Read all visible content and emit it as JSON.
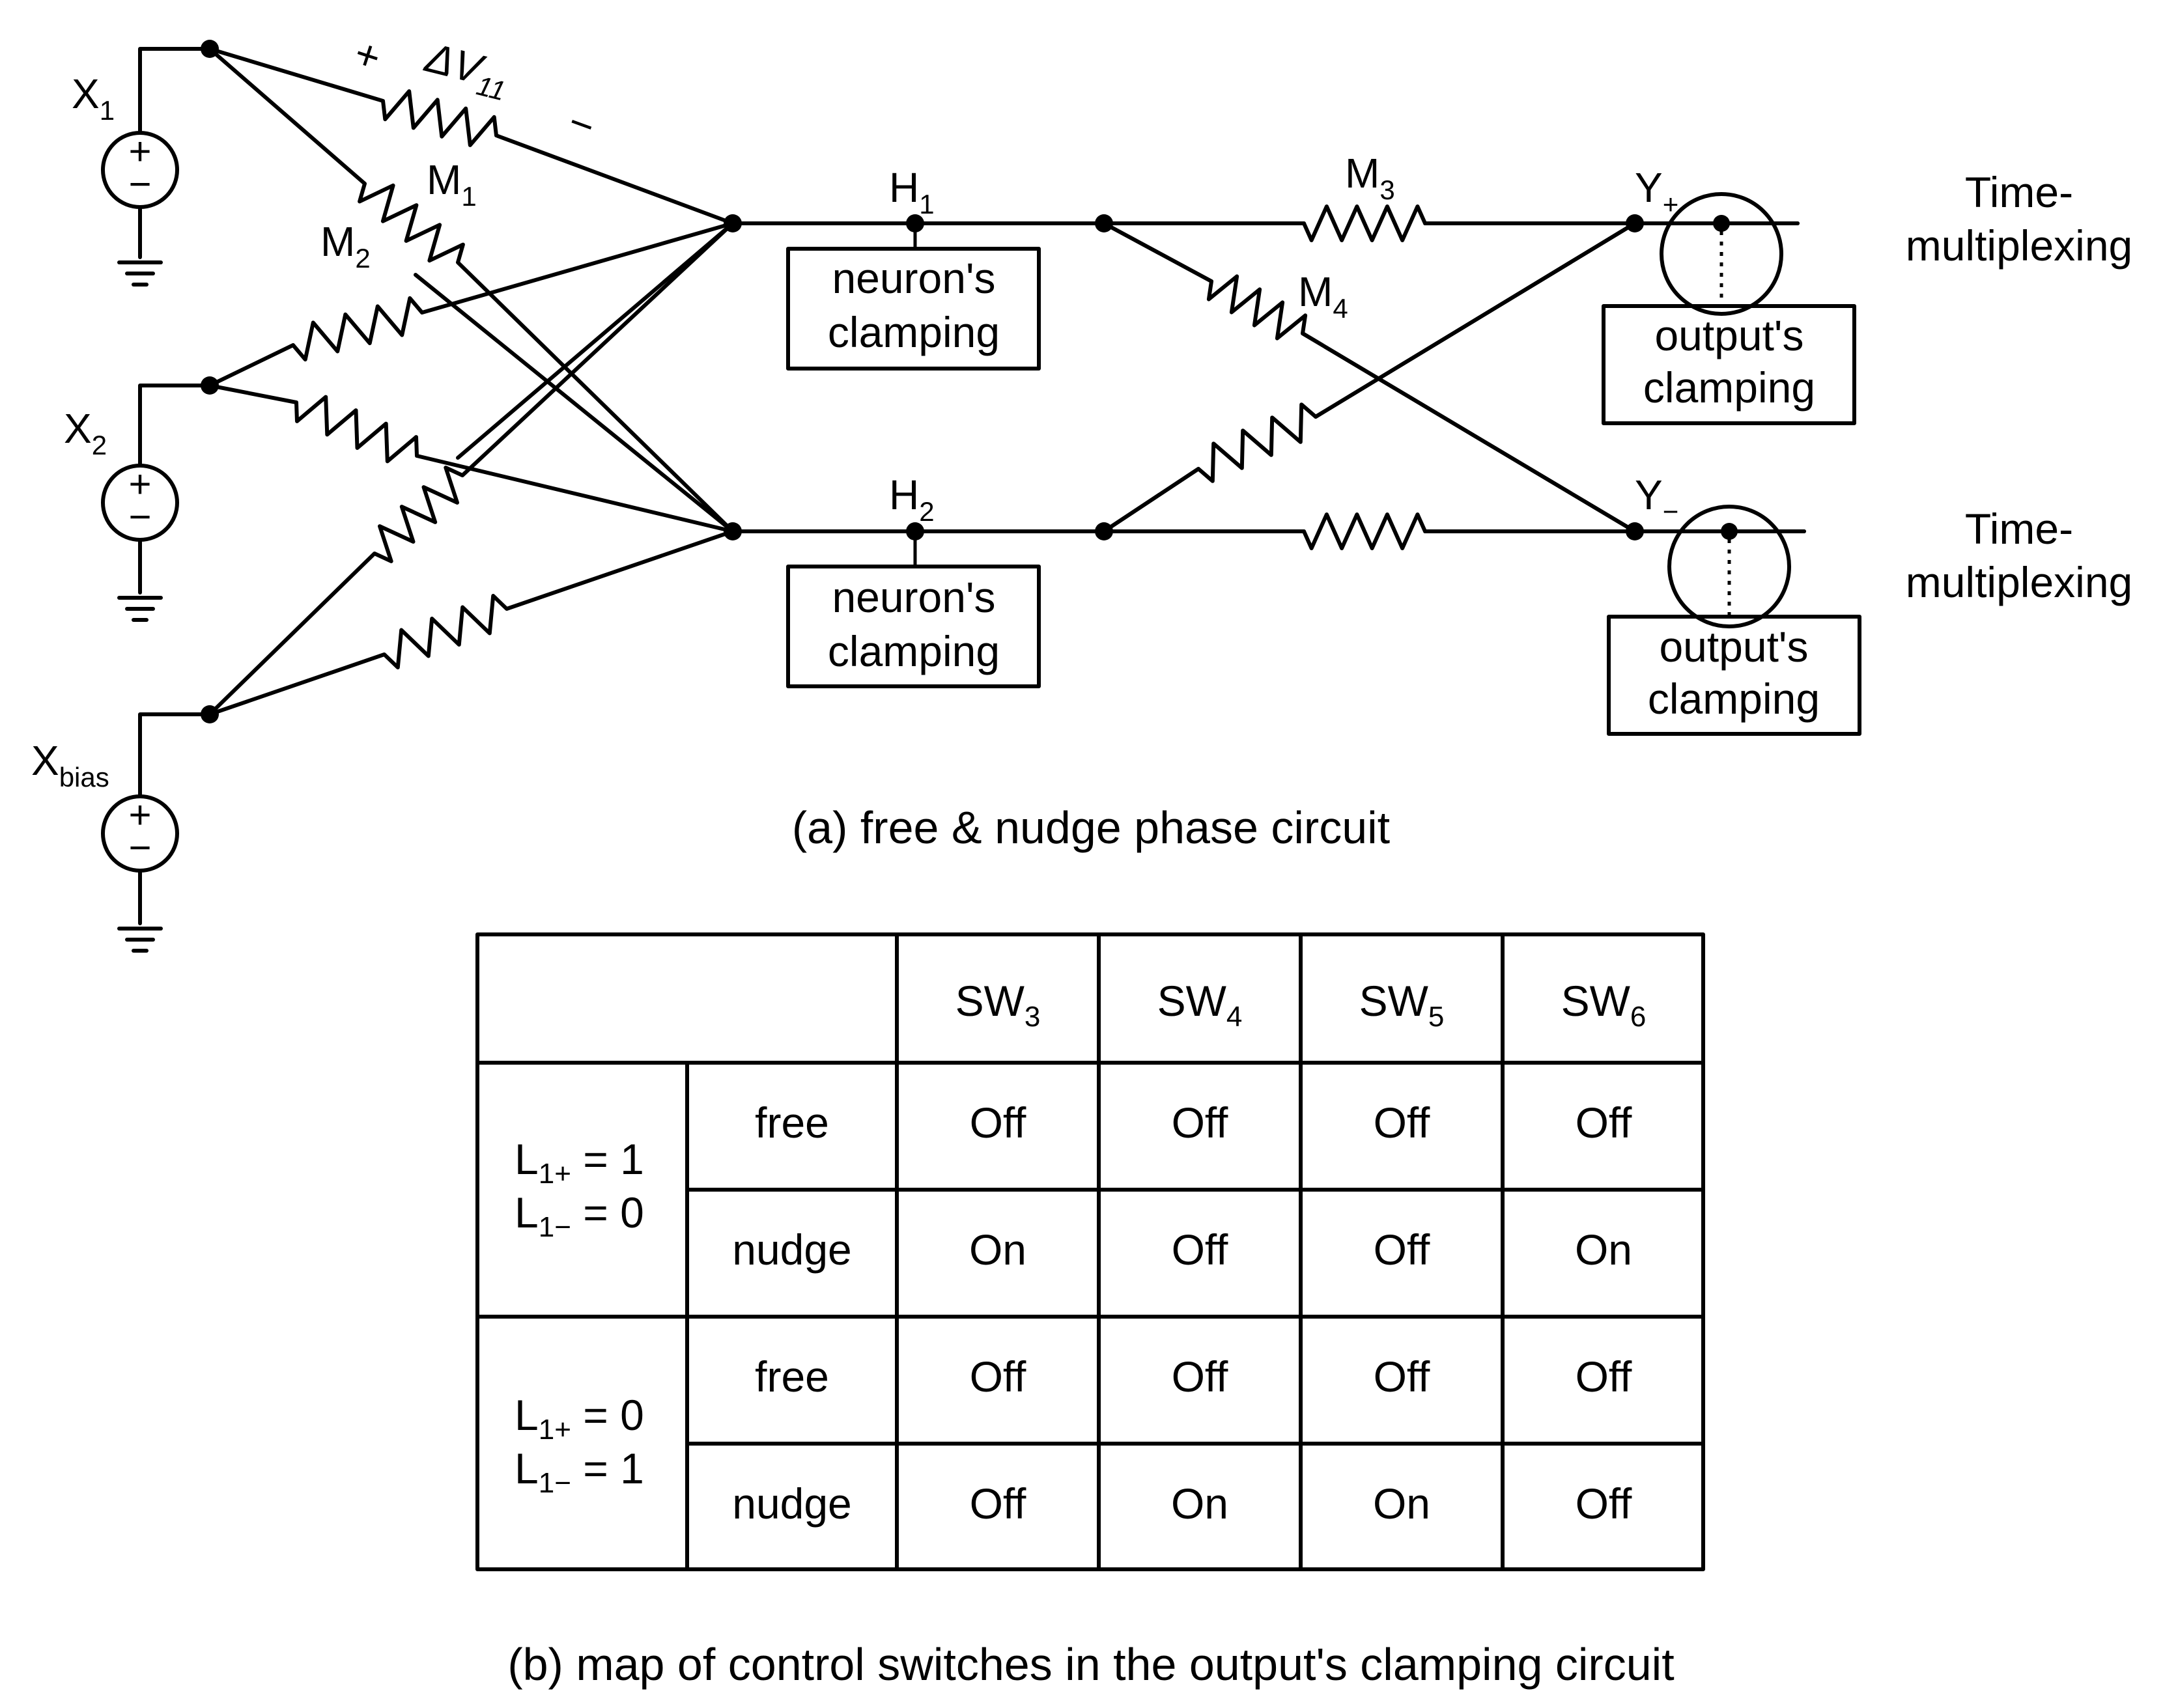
{
  "inputs": {
    "x1": {
      "base": "X",
      "sub": "1"
    },
    "x2": {
      "base": "X",
      "sub": "2"
    },
    "xbias": {
      "base": "X",
      "sub": "bias"
    }
  },
  "source_symbol": {
    "plus": "+",
    "minus": "−"
  },
  "voltage_drop": {
    "plus": "+",
    "delta": "ΔV",
    "sub": "11",
    "minus": "−"
  },
  "memristors": {
    "m1": {
      "base": "M",
      "sub": "1"
    },
    "m2": {
      "base": "M",
      "sub": "2"
    },
    "m3": {
      "base": "M",
      "sub": "3"
    },
    "m4": {
      "base": "M",
      "sub": "4"
    }
  },
  "hidden_nodes": {
    "h1": {
      "base": "H",
      "sub": "1"
    },
    "h2": {
      "base": "H",
      "sub": "2"
    }
  },
  "output_nodes": {
    "y_plus": {
      "base": "Y",
      "sub": "+"
    },
    "y_minus": {
      "base": "Y",
      "sub": "−"
    }
  },
  "neuron_clamp": {
    "line1": "neuron's",
    "line2": "clamping"
  },
  "output_clamp": {
    "line1": "output's",
    "line2": "clamping"
  },
  "time_mux": {
    "line1": "Time-",
    "line2": "multiplexing"
  },
  "caption_a": "(a) free & nudge phase circuit",
  "caption_b": "(b) map of control switches in the output's clamping circuit",
  "table": {
    "headers": [
      {
        "base": "SW",
        "sub": "3"
      },
      {
        "base": "SW",
        "sub": "4"
      },
      {
        "base": "SW",
        "sub": "5"
      },
      {
        "base": "SW",
        "sub": "6"
      }
    ],
    "groups": [
      {
        "cond1": {
          "base": "L",
          "sub": "1+",
          "val": " = 1"
        },
        "cond2": {
          "base": "L",
          "sub": "1−",
          "val": " = 0"
        },
        "rows": [
          {
            "phase": "free",
            "values": [
              "Off",
              "Off",
              "Off",
              "Off"
            ]
          },
          {
            "phase": "nudge",
            "values": [
              "On",
              "Off",
              "Off",
              "On"
            ]
          }
        ]
      },
      {
        "cond1": {
          "base": "L",
          "sub": "1+",
          "val": " = 0"
        },
        "cond2": {
          "base": "L",
          "sub": "1−",
          "val": " = 1"
        },
        "rows": [
          {
            "phase": "free",
            "values": [
              "Off",
              "Off",
              "Off",
              "Off"
            ]
          },
          {
            "phase": "nudge",
            "values": [
              "Off",
              "On",
              "On",
              "Off"
            ]
          }
        ]
      }
    ]
  }
}
